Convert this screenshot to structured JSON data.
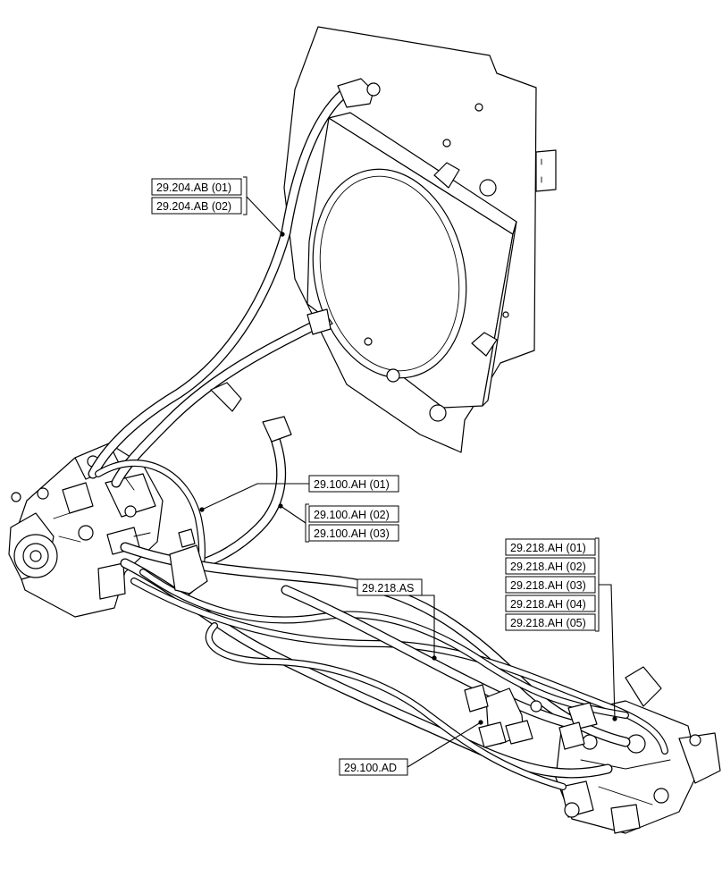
{
  "labels": {
    "ab01": "29.204.AB (01)",
    "ab02": "29.204.AB (02)",
    "ah01": "29.100.AH (01)",
    "ah02": "29.100.AH (02)",
    "ah03": "29.100.AH (03)",
    "as": "29.218.AS",
    "ad": "29.100.AD",
    "r01": "29.218.AH (01)",
    "r02": "29.218.AH (02)",
    "r03": "29.218.AH (03)",
    "r04": "29.218.AH (04)",
    "r05": "29.218.AH (05)"
  }
}
